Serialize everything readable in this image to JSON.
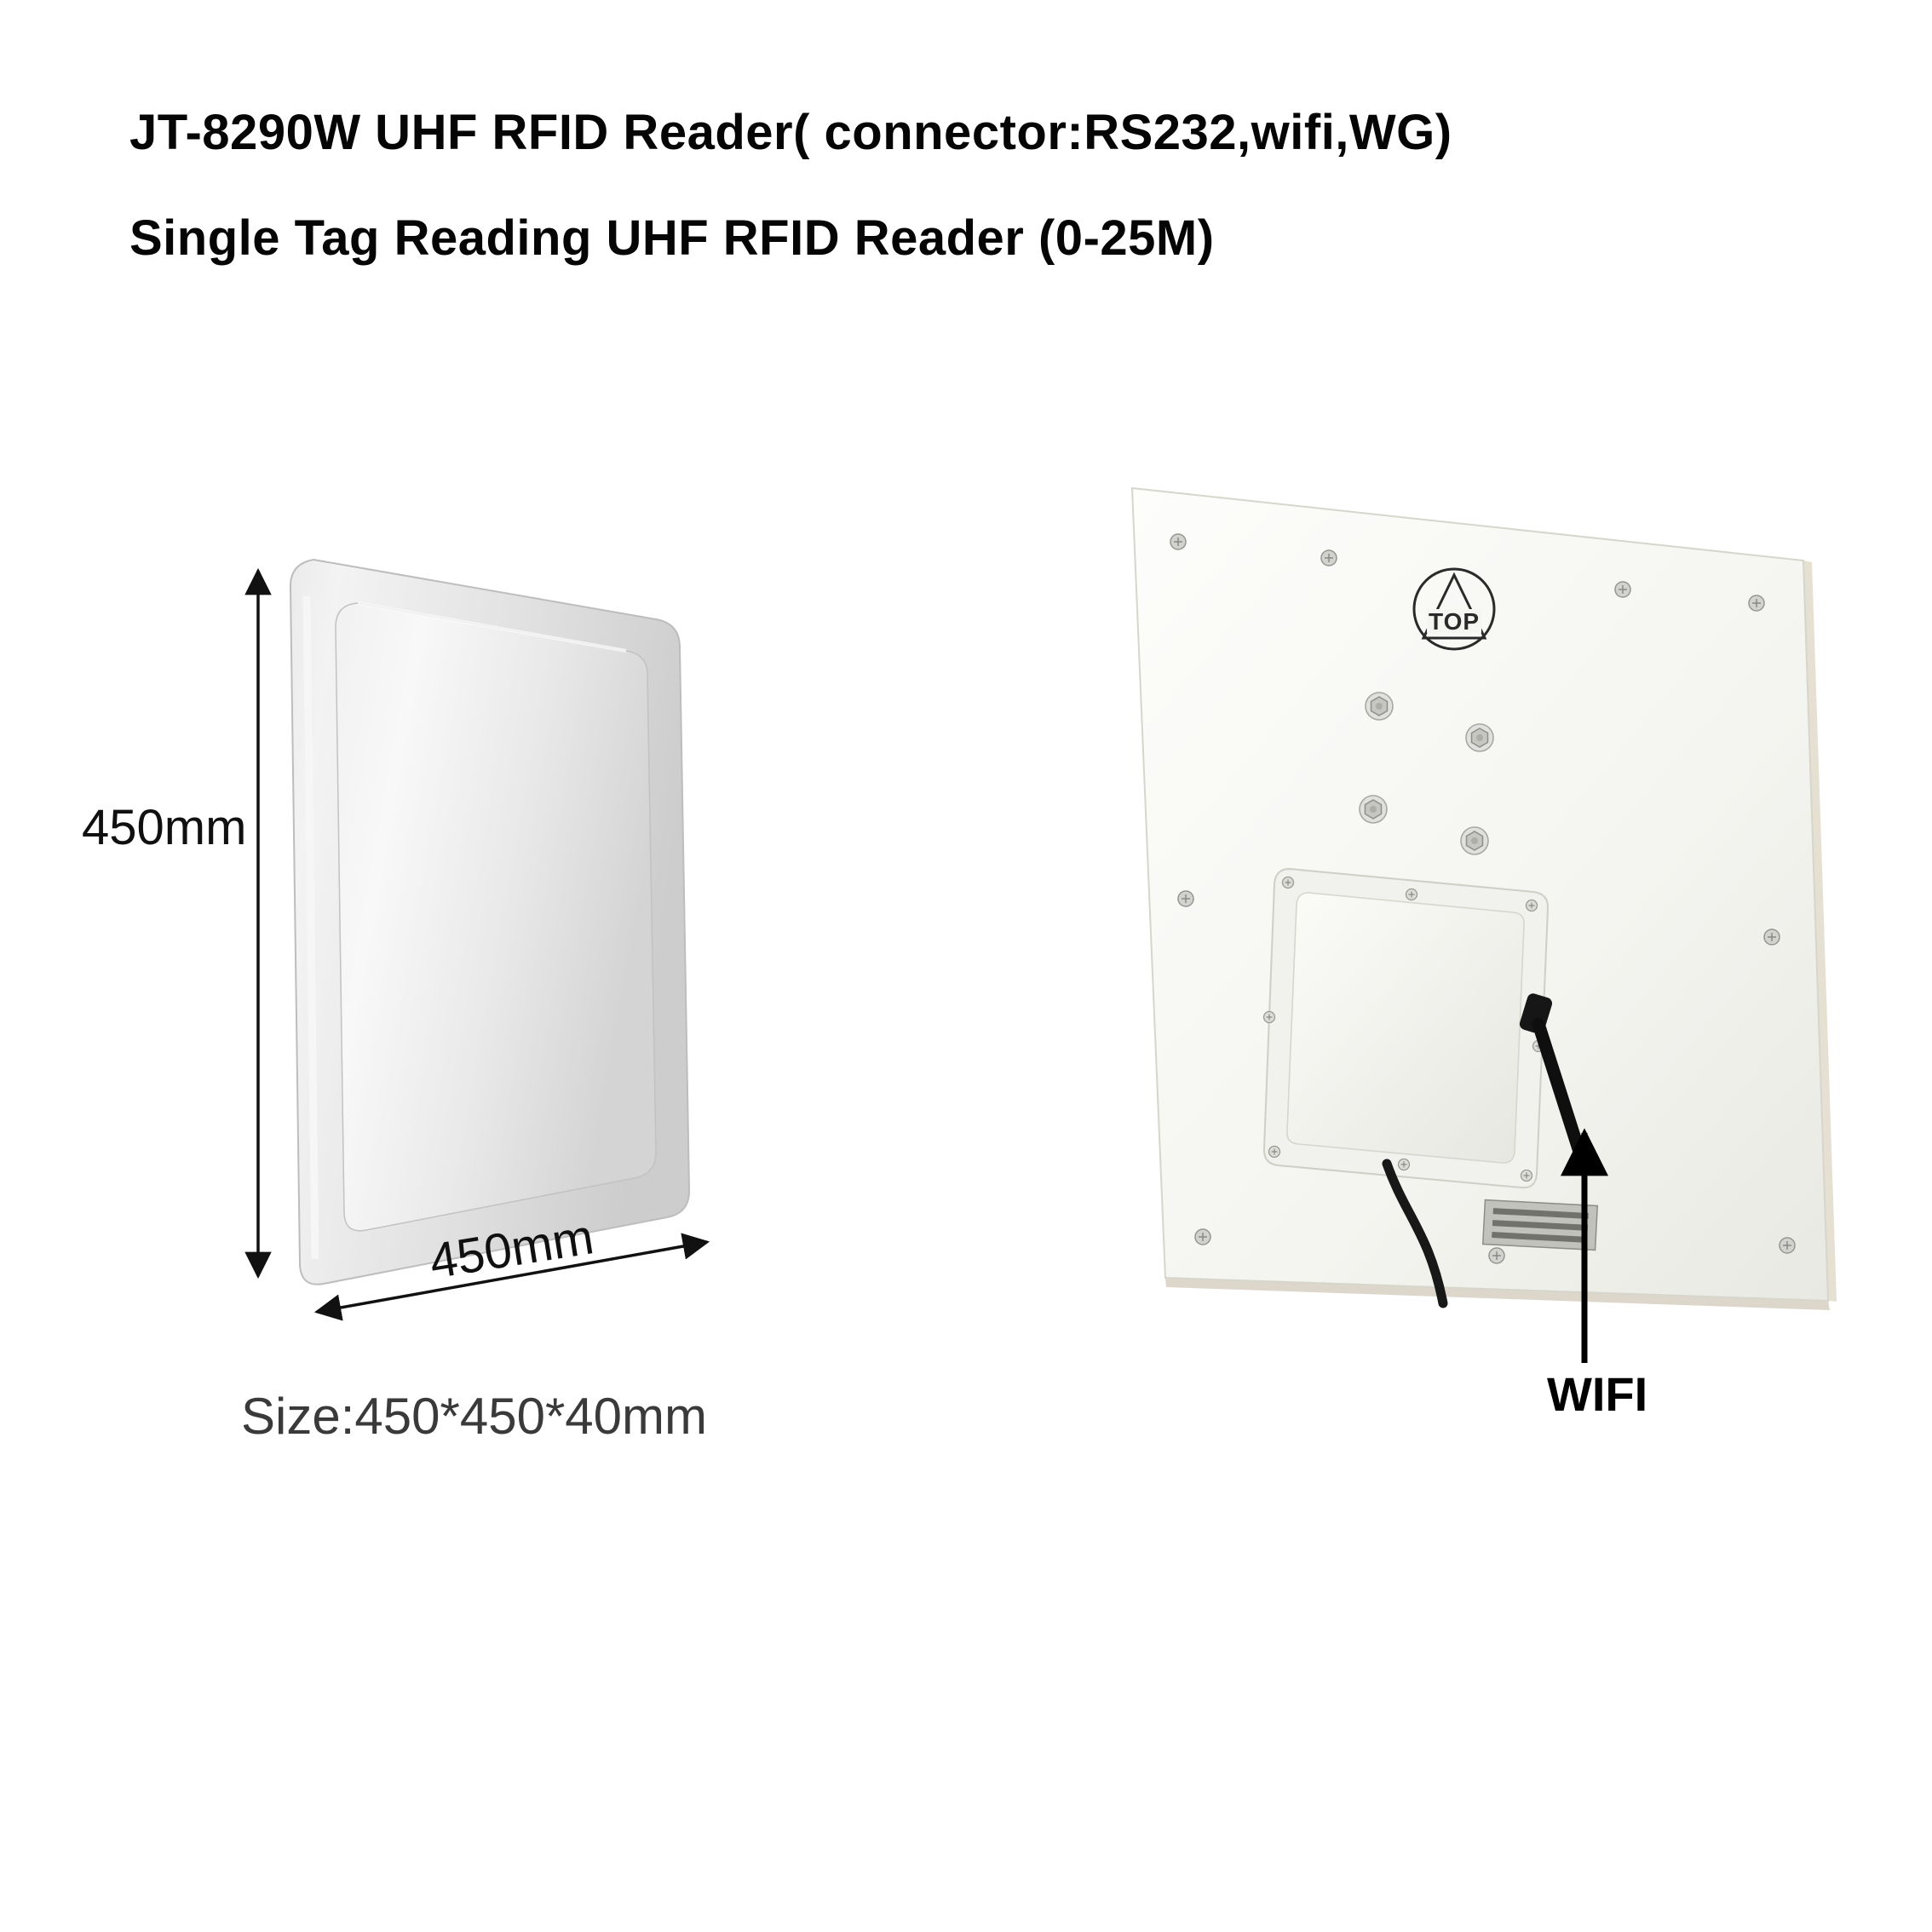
{
  "header": {
    "title_line1": "JT-8290W UHF RFID Reader( connector:RS232,wifi,WG)",
    "title_line2": "Single Tag Reading UHF RFID Reader (0-25M)"
  },
  "front_view": {
    "height_label": "450mm",
    "width_label": "450mm",
    "size_label": "Size:450*450*40mm"
  },
  "back_view": {
    "top_marking": "TOP",
    "wifi_label": "WIFI"
  },
  "colors": {
    "background": "#ffffff",
    "text": "#050505",
    "annotation": "#111111",
    "panel_light": "#f2f2f0",
    "antenna_black": "#101010"
  }
}
